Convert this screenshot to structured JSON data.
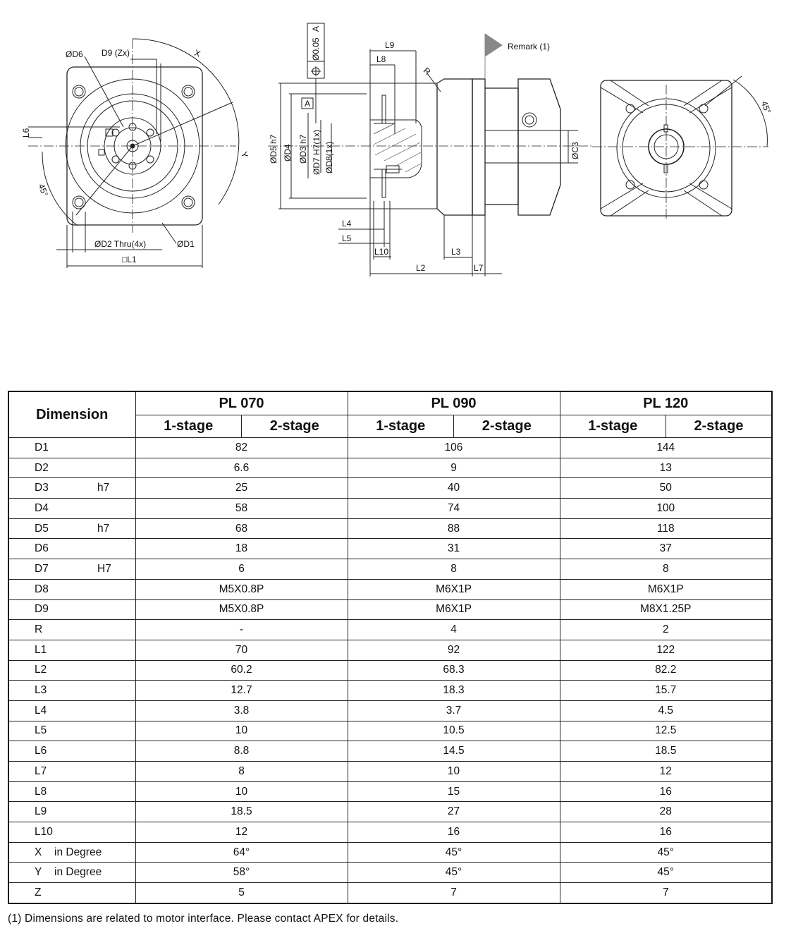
{
  "drawing": {
    "front_labels": {
      "d6": "ØD6",
      "d9": "D9 (Zx)",
      "x": "X",
      "y": "Y",
      "l6": "L6",
      "angle": "45°",
      "d2": "ØD2 Thru(4x)",
      "d1": "ØD1",
      "l1": "□L1"
    },
    "side_labels": {
      "tolerance": "Ø0.05",
      "datum": "A",
      "datum_ref": "A",
      "l9": "L9",
      "l8": "L8",
      "r": "R",
      "remark": "Remark (1)",
      "d5": "ØD5 h7",
      "d4": "ØD4",
      "d3": "ØD3 h7",
      "d7": "ØD7 H7(1x)",
      "d8": "ØD8(1x)",
      "c3": "ØC3",
      "l4": "L4",
      "l5": "L5",
      "l10": "L10",
      "l3": "L3",
      "l2": "L2",
      "l7": "L7"
    },
    "rear_labels": {
      "angle": "45°"
    }
  },
  "table": {
    "dimension_header": "Dimension",
    "models": [
      "PL 070",
      "PL 090",
      "PL 120"
    ],
    "stages": [
      "1-stage",
      "2-stage",
      "1-stage",
      "2-stage",
      "1-stage",
      "2-stage"
    ],
    "rows": [
      {
        "name": "D1",
        "tol": "",
        "values": [
          "82",
          "106",
          "144"
        ]
      },
      {
        "name": "D2",
        "tol": "",
        "values": [
          "6.6",
          "9",
          "13"
        ]
      },
      {
        "name": "D3",
        "tol": "h7",
        "values": [
          "25",
          "40",
          "50"
        ]
      },
      {
        "name": "D4",
        "tol": "",
        "values": [
          "58",
          "74",
          "100"
        ]
      },
      {
        "name": "D5",
        "tol": "h7",
        "values": [
          "68",
          "88",
          "118"
        ]
      },
      {
        "name": "D6",
        "tol": "",
        "values": [
          "18",
          "31",
          "37"
        ]
      },
      {
        "name": "D7",
        "tol": "H7",
        "values": [
          "6",
          "8",
          "8"
        ]
      },
      {
        "name": "D8",
        "tol": "",
        "values": [
          "M5X0.8P",
          "M6X1P",
          "M6X1P"
        ]
      },
      {
        "name": "D9",
        "tol": "",
        "values": [
          "M5X0.8P",
          "M6X1P",
          "M8X1.25P"
        ]
      },
      {
        "name": "R",
        "tol": "",
        "values": [
          "-",
          "4",
          "2"
        ]
      },
      {
        "name": "L1",
        "tol": "",
        "values": [
          "70",
          "92",
          "122"
        ]
      },
      {
        "name": "L2",
        "tol": "",
        "values": [
          "60.2",
          "68.3",
          "82.2"
        ]
      },
      {
        "name": "L3",
        "tol": "",
        "values": [
          "12.7",
          "18.3",
          "15.7"
        ]
      },
      {
        "name": "L4",
        "tol": "",
        "values": [
          "3.8",
          "3.7",
          "4.5"
        ]
      },
      {
        "name": "L5",
        "tol": "",
        "values": [
          "10",
          "10.5",
          "12.5"
        ]
      },
      {
        "name": "L6",
        "tol": "",
        "values": [
          "8.8",
          "14.5",
          "18.5"
        ]
      },
      {
        "name": "L7",
        "tol": "",
        "values": [
          "8",
          "10",
          "12"
        ]
      },
      {
        "name": "L8",
        "tol": "",
        "values": [
          "10",
          "15",
          "16"
        ]
      },
      {
        "name": "L9",
        "tol": "",
        "values": [
          "18.5",
          "27",
          "28"
        ]
      },
      {
        "name": "L10",
        "tol": "",
        "values": [
          "12",
          "16",
          "16"
        ]
      },
      {
        "name": "X",
        "note": "in Degree",
        "values": [
          "64°",
          "45°",
          "45°"
        ]
      },
      {
        "name": "Y",
        "note": "in Degree",
        "values": [
          "58°",
          "45°",
          "45°"
        ]
      },
      {
        "name": "Z",
        "tol": "",
        "values": [
          "5",
          "7",
          "7"
        ]
      }
    ]
  },
  "footnote": "(1) Dimensions are related to motor interface. Please contact APEX for details."
}
